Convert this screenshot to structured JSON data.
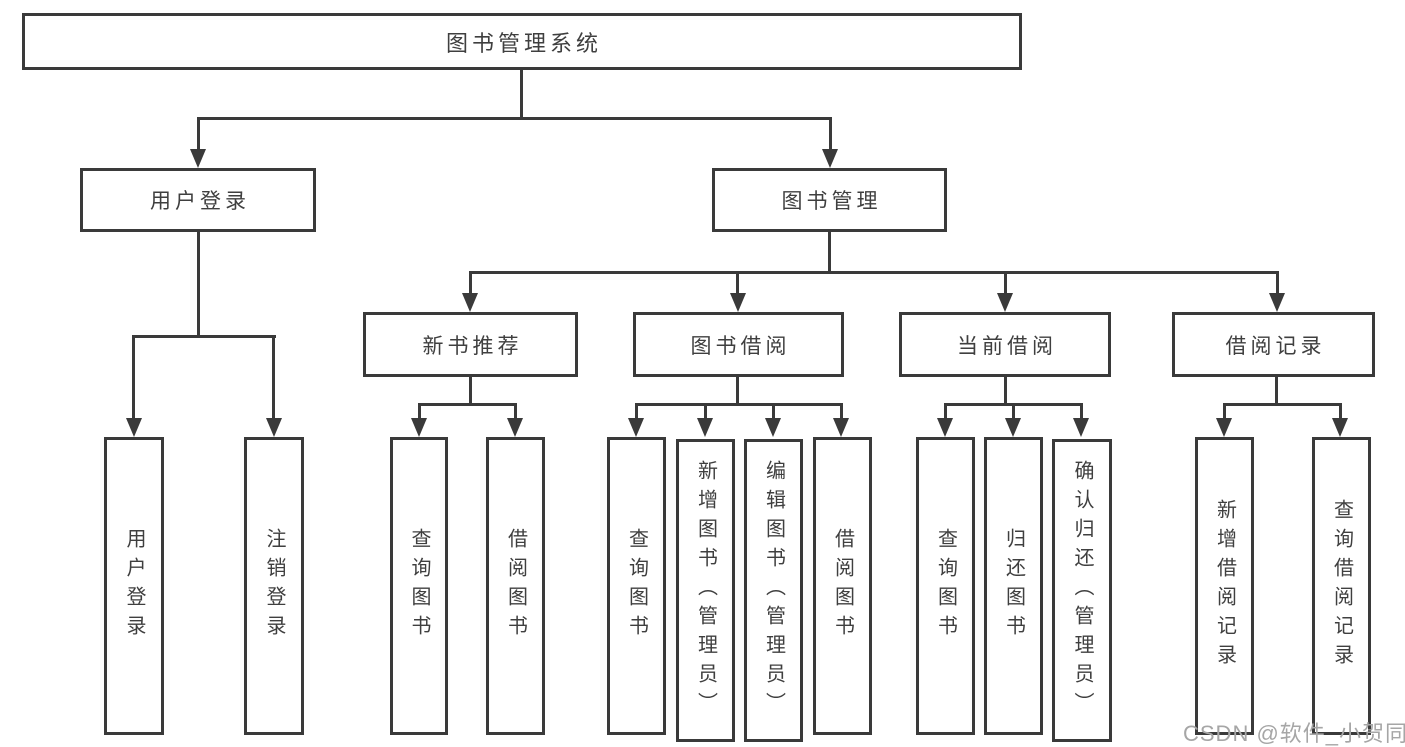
{
  "title": "图书管理系统",
  "watermark": {
    "text": "CSDN @软件_小贺同学"
  },
  "colors": {
    "line": "#3a3a3a",
    "text": "#3f3f3f",
    "watermark": "#a6a6a6",
    "background": "#ffffff"
  },
  "tree": {
    "label": "图书管理系统",
    "children": [
      {
        "label": "用户登录",
        "children": [
          {
            "label": "用户登录"
          },
          {
            "label": "注销登录"
          }
        ]
      },
      {
        "label": "图书管理",
        "children": [
          {
            "label": "新书推荐",
            "children": [
              {
                "label": "查询图书"
              },
              {
                "label": "借阅图书"
              }
            ]
          },
          {
            "label": "图书借阅",
            "children": [
              {
                "label": "查询图书"
              },
              {
                "label": "新增图书（管理员）"
              },
              {
                "label": "编辑图书（管理员）"
              },
              {
                "label": "借阅图书"
              }
            ]
          },
          {
            "label": "当前借阅",
            "children": [
              {
                "label": "查询图书"
              },
              {
                "label": "归还图书"
              },
              {
                "label": "确认归还（管理员）"
              }
            ]
          },
          {
            "label": "借阅记录",
            "children": [
              {
                "label": "新增借阅记录"
              },
              {
                "label": "查询借阅记录"
              }
            ]
          }
        ]
      }
    ]
  }
}
